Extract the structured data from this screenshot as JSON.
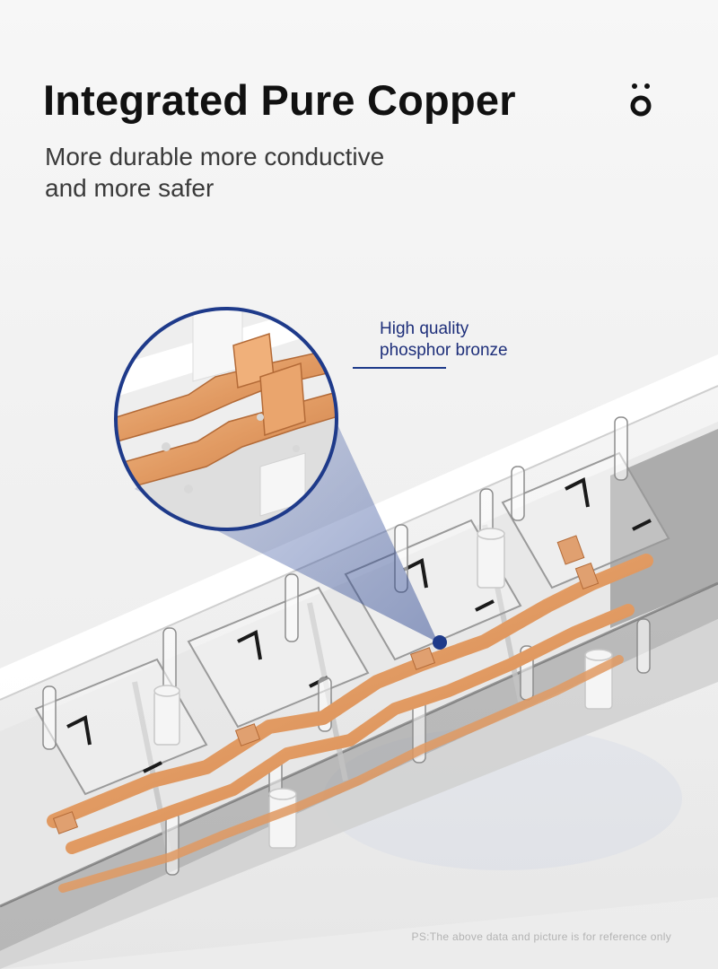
{
  "header": {
    "title": "Integrated Pure Copper",
    "subtitle_line1": "More durable more conductive",
    "subtitle_line2": "and more safer"
  },
  "logo": {
    "icon": "brand-logo-icon",
    "color": "#111111"
  },
  "callout": {
    "line1": "High quality",
    "line2": "phosphor bronze",
    "color": "#1e2f7a"
  },
  "footer": {
    "note": "PS:The above data and picture is for reference only"
  },
  "colors": {
    "accent_navy": "#1e3a8a",
    "copper": "#e0a070",
    "background": "#f4f4f4"
  }
}
